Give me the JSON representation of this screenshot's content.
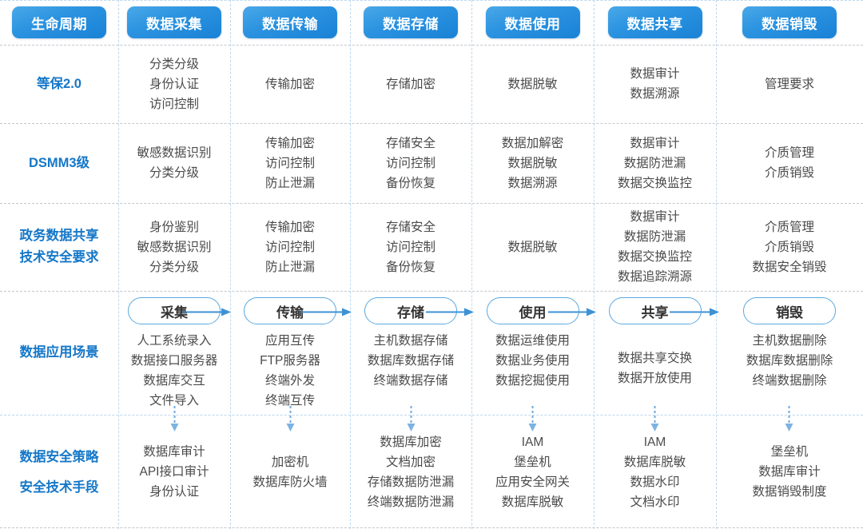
{
  "columns": [
    {
      "key": "lifecycle",
      "label": "生命周期"
    },
    {
      "key": "collect",
      "label": "数据采集"
    },
    {
      "key": "transfer",
      "label": "数据传输"
    },
    {
      "key": "storage",
      "label": "数据存储"
    },
    {
      "key": "use",
      "label": "数据使用"
    },
    {
      "key": "share",
      "label": "数据共享"
    },
    {
      "key": "destroy",
      "label": "数据销毁"
    }
  ],
  "rows": [
    {
      "label": [
        "等保2.0"
      ],
      "cells": [
        [
          "分类分级",
          "身份认证",
          "访问控制"
        ],
        [
          "传输加密"
        ],
        [
          "存储加密"
        ],
        [
          "数据脱敏"
        ],
        [
          "数据审计",
          "数据溯源"
        ],
        [
          "管理要求"
        ]
      ]
    },
    {
      "label": [
        "DSMM3级"
      ],
      "cells": [
        [
          "敏感数据识别",
          "分类分级"
        ],
        [
          "传输加密",
          "访问控制",
          "防止泄漏"
        ],
        [
          "存储安全",
          "访问控制",
          "备份恢复"
        ],
        [
          "数据加解密",
          "数据脱敏",
          "数据溯源"
        ],
        [
          "数据审计",
          "数据防泄漏",
          "数据交换监控"
        ],
        [
          "介质管理",
          "介质销毁"
        ]
      ]
    },
    {
      "label": [
        "政务数据共享",
        "技术安全要求"
      ],
      "cells": [
        [
          "身份鉴别",
          "敏感数据识别",
          "分类分级"
        ],
        [
          "传输加密",
          "访问控制",
          "防止泄漏"
        ],
        [
          "存储安全",
          "访问控制",
          "备份恢复"
        ],
        [
          "数据脱敏"
        ],
        [
          "数据审计",
          "数据防泄漏",
          "数据交换监控",
          "数据追踪溯源"
        ],
        [
          "介质管理",
          "介质销毁",
          "数据安全销毁"
        ]
      ]
    },
    {
      "label": [
        "数据应用场景"
      ],
      "stages": [
        "采集",
        "传输",
        "存储",
        "使用",
        "共享",
        "销毁"
      ],
      "cells": [
        [
          "人工系统录入",
          "数据接口服务器",
          "数据库交互",
          "文件导入"
        ],
        [
          "应用互传",
          "FTP服务器",
          "终端外发",
          "终端互传"
        ],
        [
          "主机数据存储",
          "数据库数据存储",
          "终端数据存储"
        ],
        [
          "数据运维使用",
          "数据业务使用",
          "数据挖掘使用"
        ],
        [
          "数据共享交换",
          "数据开放使用"
        ],
        [
          "主机数据删除",
          "数据库数据删除",
          "终端数据删除"
        ]
      ]
    },
    {
      "label": [
        "数据安全策略",
        "安全技术手段"
      ],
      "cells": [
        [
          "数据库审计",
          "API接口审计",
          "身份认证"
        ],
        [
          "加密机",
          "数据库防火墙"
        ],
        [
          "数据库加密",
          "文档加密",
          "存储数据防泄漏",
          "终端数据防泄漏"
        ],
        [
          "IAM",
          "堡垒机",
          "应用安全网关",
          "数据库脱敏"
        ],
        [
          "IAM",
          "数据库脱敏",
          "数据水印",
          "文档水印"
        ],
        [
          "堡垒机",
          "数据库审计",
          "数据销毁制度"
        ]
      ]
    }
  ],
  "colors": {
    "header_blue_light": "#4aa8e8",
    "header_blue_dark": "#1a82d6",
    "label_blue": "#1577c8",
    "body_text": "#4b4b4b",
    "divider_blue": "#bcd8ef",
    "divider_gray": "#c2c7cc",
    "arrow_blue": "#3d92d6",
    "pill_border": "#5aa9e0"
  },
  "icons": {
    "flow_arrow": "right-arrow-icon",
    "drop_arrow": "dotted-down-arrow-icon"
  }
}
